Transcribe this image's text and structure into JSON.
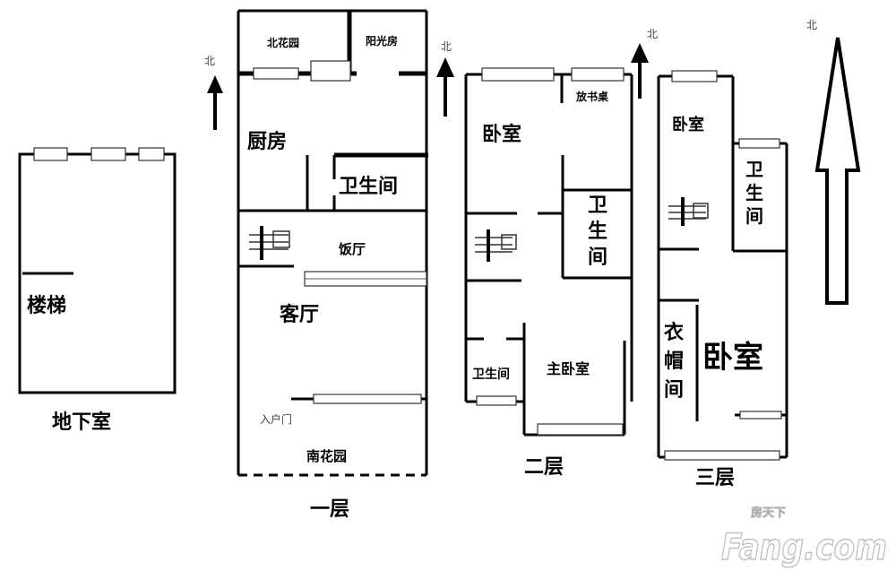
{
  "north": "北",
  "basement": {
    "title": "地下室",
    "stairs": "楼梯"
  },
  "floor1": {
    "title": "一层",
    "north_garden": "北花园",
    "sunroom": "阳光房",
    "kitchen": "厨房",
    "bathroom": "卫生间",
    "dining": "饭厅",
    "living": "客厅",
    "entrance": "入户门",
    "south_garden": "南花园"
  },
  "floor2": {
    "title": "二层",
    "desk": "放书桌",
    "bedroom": "卧室",
    "bathroom_chars": [
      "卫",
      "生",
      "间"
    ],
    "small_bathroom": "卫生间",
    "master_bedroom": "主卧室"
  },
  "floor3": {
    "title": "三层",
    "bedroom": "卧室",
    "bathroom_chars": [
      "卫",
      "生",
      "间"
    ],
    "closet_chars": [
      "衣",
      "帽",
      "间"
    ],
    "big_bedroom": "卧室"
  },
  "watermark": {
    "brand": "Fang.com",
    "chinese": "房天下"
  }
}
